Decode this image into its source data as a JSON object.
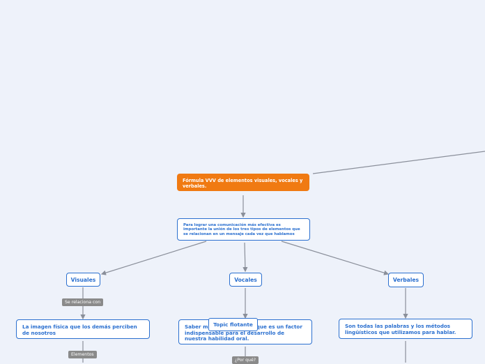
{
  "map": {
    "root": "Fórmula VVV de elementos visuales, vocales y verbales.",
    "main": "Para lograr una comunicación más efectiva es importante la unión de los tres tipos de elementos que se relacionan en un mensaje cada vez que hablamos",
    "branches": [
      "Visuales",
      "Vocales",
      "Verbales"
    ],
    "leaves": [
      "La imagen física que los demás perciben de nosotros",
      "Saber manejar la voz, ya que es un factor indispensable para el desarrollo de nuestra habilidad oral.",
      "Son todas las palabras y los métodos lingüísticos que utilizamos para hablar."
    ],
    "labels": {
      "relates": "Se relaciona con",
      "elements": "Elementos",
      "why": "¿Por qué?"
    },
    "floating_topic": "Topic flotante"
  },
  "colors": {
    "background": "#eef2fa",
    "root_fill": "#f07a12",
    "node_border": "#2a6fcf",
    "connector": "#8a8f9a",
    "label_fill": "#8a8a8a"
  }
}
